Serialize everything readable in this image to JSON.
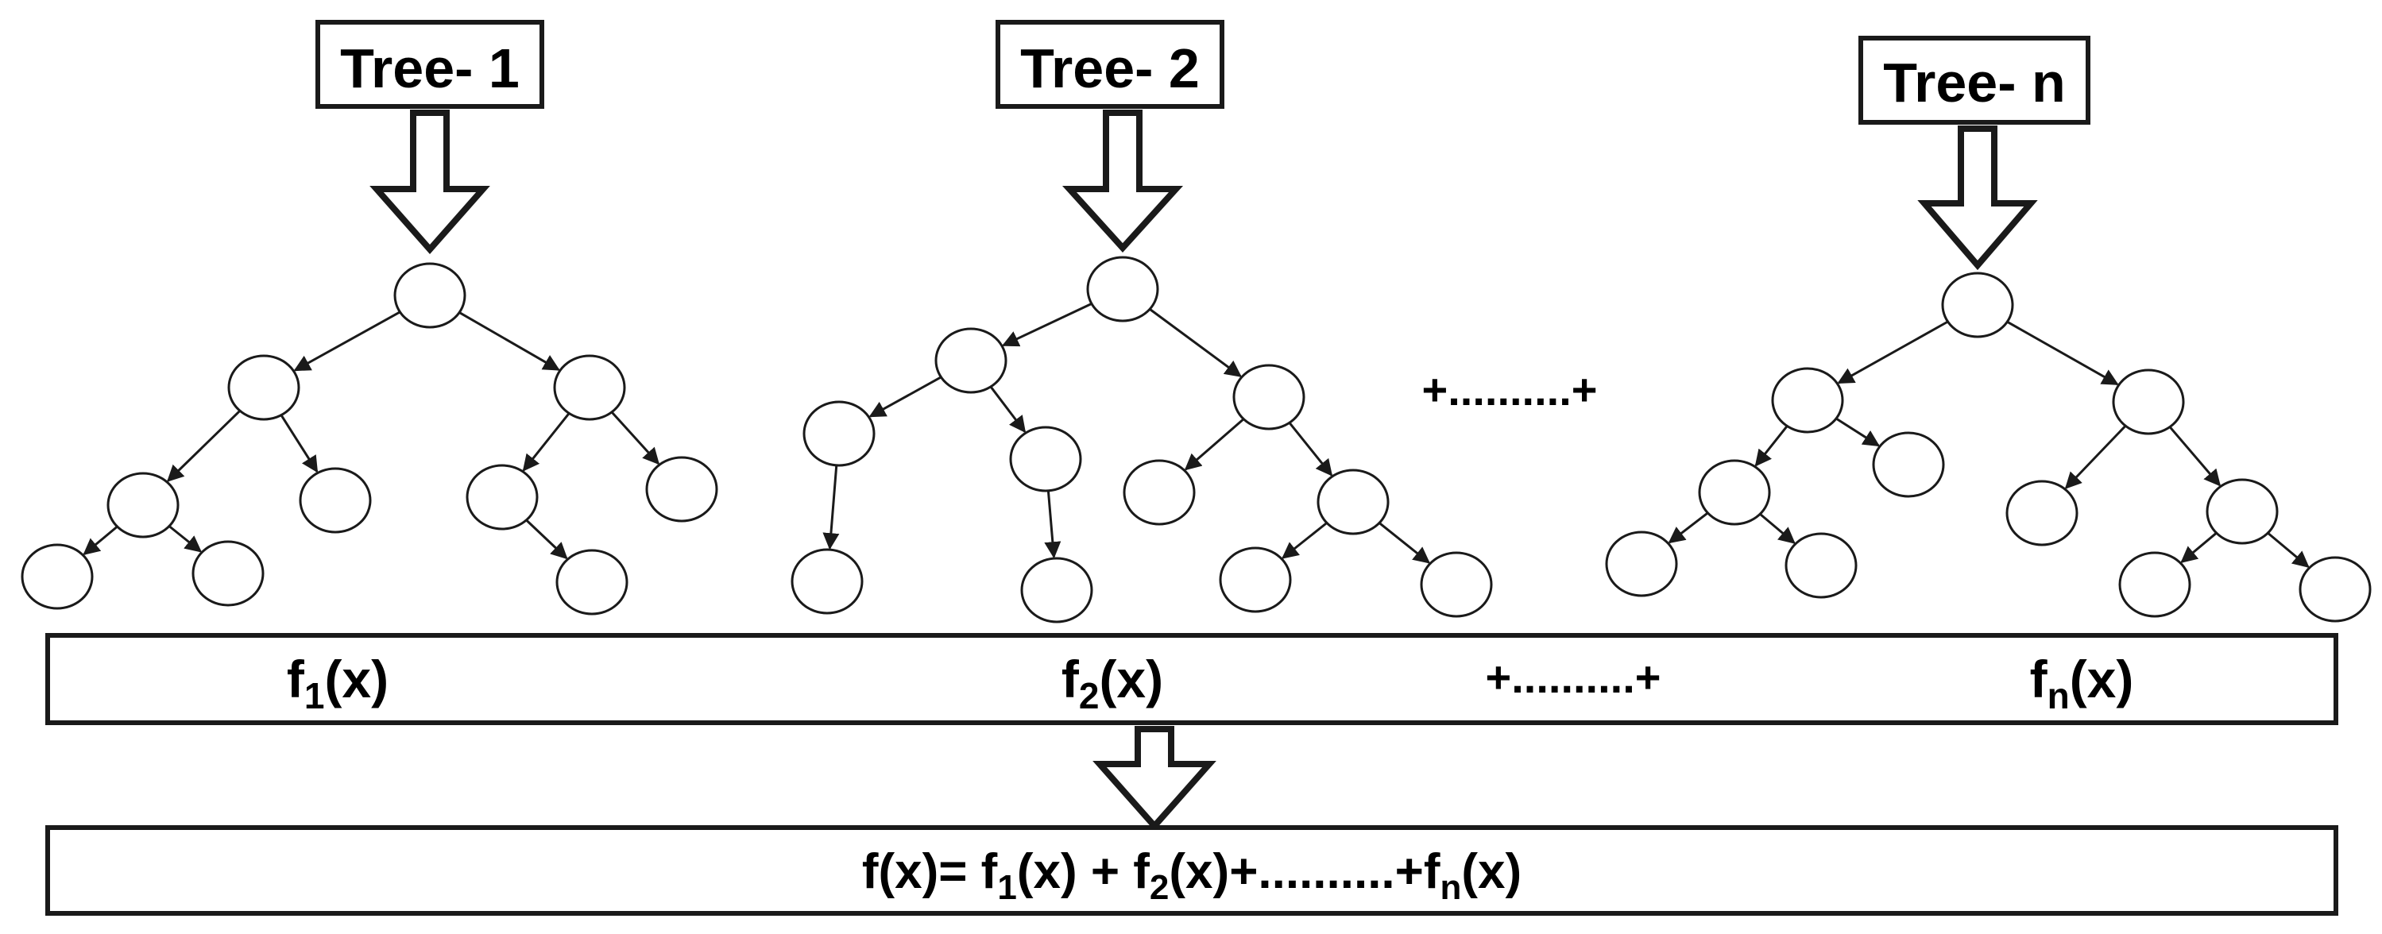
{
  "trees": [
    {
      "title": "Tree- 1"
    },
    {
      "title": "Tree- 2"
    },
    {
      "title": "Tree- n"
    }
  ],
  "between_trees": "+..........+",
  "outputs": {
    "f1": {
      "base": "f",
      "sub": "1",
      "arg": "(x)"
    },
    "f2": {
      "base": "f",
      "sub": "2",
      "arg": "(x)"
    },
    "dots": "+..........+",
    "fn": {
      "base": "f",
      "sub": "n",
      "arg": "(x)"
    }
  },
  "formula": {
    "lhs": "f(x)= ",
    "t1": {
      "base": "f",
      "sub": "1",
      "arg": "(x)"
    },
    "plus": " + ",
    "t2": {
      "base": "f",
      "sub": "2",
      "arg": "(x)"
    },
    "dots": "+..........+",
    "tn": {
      "base": "f",
      "sub": "n",
      "arg": "(x)"
    }
  },
  "colors": {
    "stroke": "#1a1a1a",
    "fill": "#ffffff",
    "text": "#000000"
  }
}
